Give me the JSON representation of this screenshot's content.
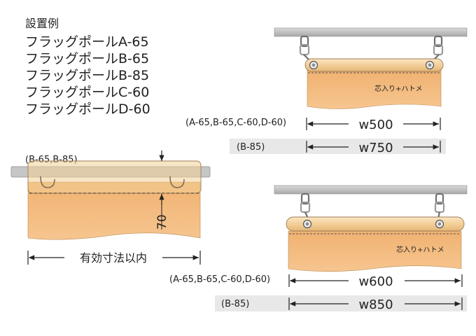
{
  "title": {
    "heading": "設置例",
    "items": [
      "フラッグポールA-65",
      "フラッグポールB-65",
      "フラッグポールB-85",
      "フラッグポールC-60",
      "フラッグポールD-60"
    ]
  },
  "left_detail": {
    "model_label": "(B-65,B-85)",
    "dimension_label": "70",
    "width_label": "有効寸法以内"
  },
  "top_example": {
    "banner_note": "芯入り+ハトメ",
    "row1_models": "(A-65,B-65,C-60,D-60)",
    "row1_width": "w500",
    "row2_models": "(B-85)",
    "row2_width": "w750"
  },
  "bottom_example": {
    "banner_note": "芯入り+ハトメ",
    "row1_models": "(A-65,B-65,C-60,D-60)",
    "row1_width": "w600",
    "row2_models": "(B-85)",
    "row2_width": "w850"
  },
  "colors": {
    "banner": "#f4be84",
    "banner_dark": "#d9a263",
    "pole": "#f7d7a8",
    "ceiling": "#bfbfbf",
    "row_bg": "#e8e8e8"
  }
}
